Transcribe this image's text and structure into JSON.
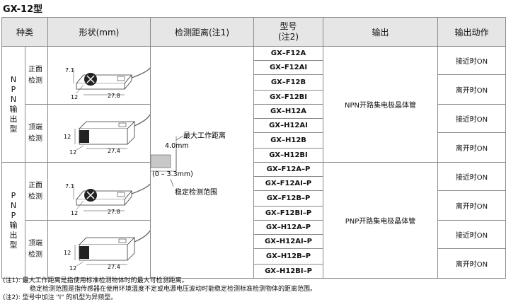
{
  "title": "GX-12型",
  "headers": {
    "type": "种类",
    "shape": "形状(mm)",
    "distance": "检测距离(注1)",
    "model_line1": "型号",
    "model_line2": "(注2)",
    "output": "输出",
    "action": "输出动作"
  },
  "groups": {
    "npn_chars": [
      "N",
      "P",
      "N",
      "输",
      "出",
      "型"
    ],
    "pnp_chars": [
      "P",
      "N",
      "P",
      "输",
      "出",
      "型"
    ],
    "front_1": "正面",
    "front_2": "检测",
    "top_1": "顶端",
    "top_2": "检测"
  },
  "dims": {
    "front": {
      "h": "7.1",
      "w": "12",
      "l": "27.8"
    },
    "top": {
      "h": "12",
      "w": "12",
      "l": "27.4"
    }
  },
  "distance": {
    "max_label": "最大工作距离",
    "max_value": "4.0mm",
    "stable_range": "(0 – 3.3mm)",
    "stable_label": "稳定检测范围"
  },
  "models": [
    "GX–F12A",
    "GX–F12AI",
    "GX–F12B",
    "GX–F12BI",
    "GX–H12A",
    "GX–H12AI",
    "GX–H12B",
    "GX–H12BI",
    "GX–F12A–P",
    "GX–F12AI–P",
    "GX–F12B–P",
    "GX–F12BI–P",
    "GX–H12A–P",
    "GX–H12AI–P",
    "GX–H12B–P",
    "GX–H12BI–P"
  ],
  "outputs": {
    "npn": "NPN开路集电极晶体管",
    "pnp": "PNP开路集电极晶体管"
  },
  "actions": [
    "接近时ON",
    "离开时ON",
    "接近时ON",
    "离开时ON",
    "接近时ON",
    "离开时ON",
    "接近时ON",
    "离开时ON"
  ],
  "notes": {
    "n1a": "(注1):  最大工作距离是指使用标准检测物体时的最大可检测距离。",
    "n1b": "稳定检测范围是指传感器在使用环境温度不定或电源电压波动时能稳定检测标准检测物体的距离范围。",
    "n2": "(注2):  型号中加注 \"I\" 的机型为异频型。"
  },
  "colors": {
    "header_bg": "#e6e6e6",
    "border": "#8a8a8a",
    "target_bar": "#c8c8c8"
  }
}
